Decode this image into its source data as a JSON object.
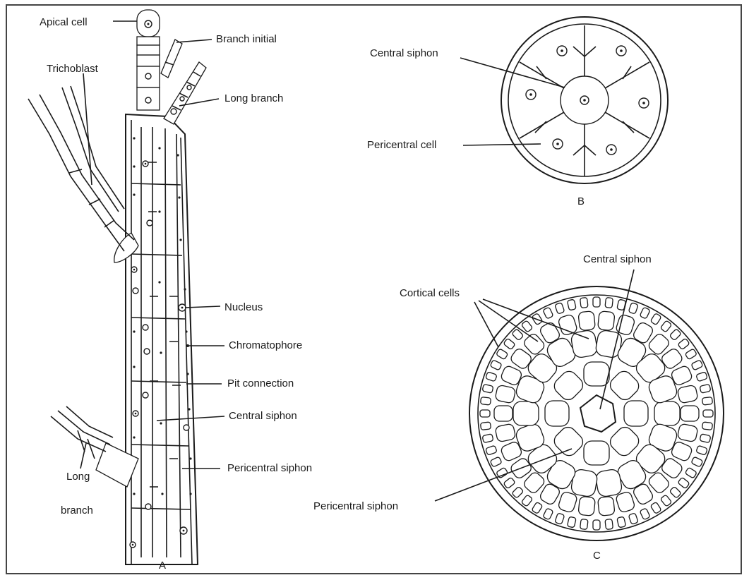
{
  "panel_a": {
    "caption": "A",
    "labels": {
      "apical_cell": "Apical cell",
      "branch_initial": "Branch initial",
      "trichoblast": "Trichoblast",
      "long_branch_top": "Long branch",
      "nucleus": "Nucleus",
      "chromatophore": "Chromatophore",
      "pit_connection": "Pit connection",
      "central_siphon": "Central siphon",
      "pericentral_siphon": "Pericentral siphon",
      "long_branch_bottom_1": "Long",
      "long_branch_bottom_2": "branch"
    }
  },
  "panel_b": {
    "caption": "B",
    "labels": {
      "central_siphon": "Central siphon",
      "pericentral_cell": "Pericentral cell"
    }
  },
  "panel_c": {
    "caption": "C",
    "labels": {
      "central_siphon": "Central siphon",
      "cortical_cells": "Cortical cells",
      "pericentral_siphon": "Pericentral siphon"
    }
  }
}
